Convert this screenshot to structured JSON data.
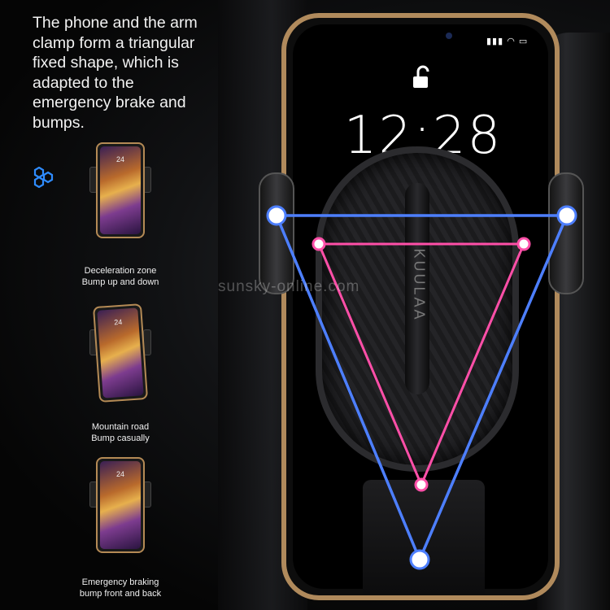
{
  "headline": "The phone and the arm clamp form a triangular fixed shape, which is adapted to the emergency brake and bumps.",
  "icons": {
    "feature": "hexagon-cluster-icon",
    "lock": "unlock-icon",
    "signal": "signal-wifi-battery-icon"
  },
  "scenarios": [
    {
      "line1": "Deceleration zone",
      "line2": "Bump up and down"
    },
    {
      "line1": "Mountain road",
      "line2": "Bump casually"
    },
    {
      "line1": "Emergency braking",
      "line2": "bump front and back"
    }
  ],
  "phone": {
    "time": "12:28",
    "thumb_time": "24"
  },
  "product": {
    "brand": "KUULAA"
  },
  "watermark": "sunsky-online.com",
  "colors": {
    "blue_triangle": "#4d7fff",
    "pink_triangle": "#ff4fa8",
    "accent": "#2f8cff",
    "phone_frame": "#b08a5c"
  }
}
